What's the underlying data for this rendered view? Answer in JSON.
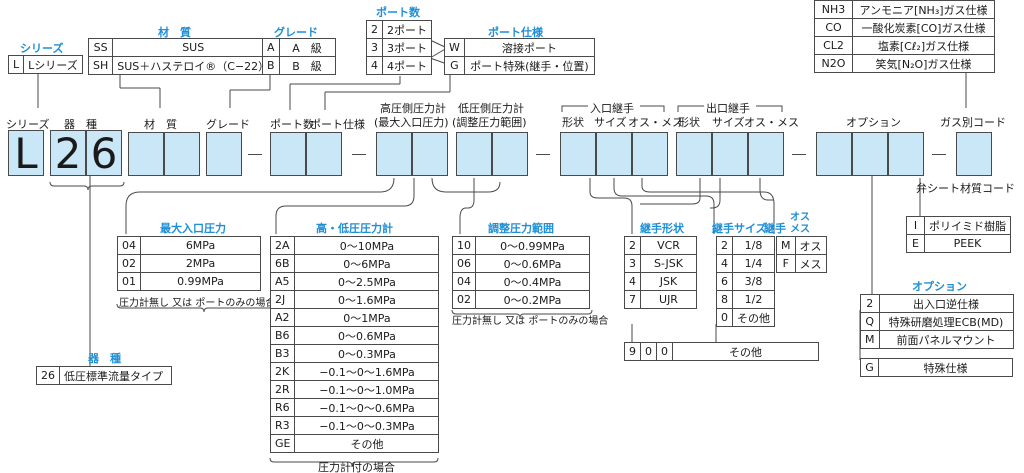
{
  "header_labels": {
    "series": "シリーズ",
    "model": "器　種",
    "material": "材　質",
    "grade": "グレード",
    "ports": "ポート数",
    "port_spec": "ポート仕様",
    "hp_gauge_line1": "高圧側圧力計",
    "hp_gauge_line2": "(最大入口圧力)",
    "lp_gauge_line1": "低圧側圧力計",
    "lp_gauge_line2": "(調整圧力範囲)",
    "inlet": "入口継手",
    "outlet": "出口継手",
    "shape": "形状",
    "size": "サイズ",
    "male_female": "オス・メス",
    "option": "オプション",
    "gas_code": "ガス別コード",
    "valve_seat": "弁シート材質コード"
  },
  "code_boxes": {
    "c1": "L",
    "c2": "2",
    "c3": "6"
  },
  "series_table": {
    "title": "シリーズ",
    "rows": [
      [
        "L",
        "Lシリーズ"
      ]
    ]
  },
  "material_table": {
    "title": "材　質",
    "rows": [
      [
        "SS",
        "SUS"
      ],
      [
        "SH",
        "SUS＋ハステロイ®（C−22）"
      ]
    ]
  },
  "grade_table": {
    "title": "グレード",
    "rows": [
      [
        "A",
        "A　級"
      ],
      [
        "B",
        "B　級"
      ]
    ]
  },
  "ports_table": {
    "title": "ポート数",
    "rows": [
      [
        "2",
        "2ポート"
      ],
      [
        "3",
        "3ポート"
      ],
      [
        "4",
        "4ポート"
      ]
    ]
  },
  "port_spec_table": {
    "title": "ポート仕様",
    "rows": [
      [
        "W",
        "溶接ポート"
      ],
      [
        "G",
        "ポート特殊(継手・位置)"
      ]
    ]
  },
  "gas_table": {
    "rows": [
      [
        "NH3",
        "アンモニア[NH₃]ガス仕様"
      ],
      [
        "CO",
        "一酸化炭素[CO]ガス仕様"
      ],
      [
        "CL2",
        "塩素[Cℓ₂]ガス仕様"
      ],
      [
        "N2O",
        "笑気[N₂O]ガス仕様"
      ]
    ]
  },
  "max_inlet_table": {
    "title": "最大入口圧力",
    "rows": [
      [
        "04",
        "6MPa"
      ],
      [
        "02",
        "2MPa"
      ],
      [
        "01",
        "0.99MPa"
      ]
    ],
    "note": "圧力計無し 又は ポートのみの場合"
  },
  "gauge_table": {
    "title": "高・低圧圧力計",
    "rows": [
      [
        "2A",
        "0〜10MPa"
      ],
      [
        "6B",
        "0〜6MPa"
      ],
      [
        "A5",
        "0〜2.5MPa"
      ],
      [
        "2J",
        "0〜1.6MPa"
      ],
      [
        "A2",
        "0〜1MPa"
      ],
      [
        "B6",
        "0〜0.6MPa"
      ],
      [
        "B3",
        "0〜0.3MPa"
      ],
      [
        "2K",
        "−0.1〜0〜1.6MPa"
      ],
      [
        "2R",
        "−0.1〜0〜1.0MPa"
      ],
      [
        "R6",
        "−0.1〜0〜0.6MPa"
      ],
      [
        "R3",
        "−0.1〜0〜0.3MPa"
      ],
      [
        "GE",
        "その他"
      ]
    ],
    "note": "圧力計付の場合"
  },
  "adjust_table": {
    "title": "調整圧力範囲",
    "rows": [
      [
        "10",
        "0〜0.99MPa"
      ],
      [
        "06",
        "0〜0.6MPa"
      ],
      [
        "04",
        "0〜0.4MPa"
      ],
      [
        "02",
        "0〜0.2MPa"
      ]
    ],
    "note": "圧力計無し 又は ポートのみの場合"
  },
  "fitting_shape_table": {
    "title": "継手形状",
    "rows": [
      [
        "2",
        "VCR"
      ],
      [
        "3",
        "S-JSK"
      ],
      [
        "4",
        "JSK"
      ],
      [
        "7",
        "UJR"
      ]
    ]
  },
  "fitting_size_table": {
    "title": "継手サイズ",
    "rows": [
      [
        "2",
        "1/8"
      ],
      [
        "4",
        "1/4"
      ],
      [
        "6",
        "3/8"
      ],
      [
        "8",
        "1/2"
      ],
      [
        "0",
        "その他"
      ]
    ]
  },
  "male_female_table": {
    "title_line1": "オス",
    "title_line2": "メス",
    "rows": [
      [
        "M",
        "オス"
      ],
      [
        "F",
        "メス"
      ]
    ]
  },
  "other_table": {
    "rows": [
      [
        "9",
        "0",
        "0",
        "その他"
      ]
    ]
  },
  "model_table": {
    "title": "器　種",
    "rows": [
      [
        "26",
        "低圧標準流量タイプ"
      ]
    ]
  },
  "valve_seat_table": {
    "rows": [
      [
        "I",
        "ポリイミド樹脂"
      ],
      [
        "E",
        "PEEK"
      ]
    ]
  },
  "option_table": {
    "title": "オプション",
    "rows": [
      [
        "2",
        "出入口逆仕様"
      ],
      [
        "Q",
        "特殊研磨処理ECB(MD)"
      ],
      [
        "M",
        "前面パネルマウント"
      ]
    ]
  },
  "special_table": {
    "rows": [
      [
        "G",
        "特殊仕様"
      ]
    ]
  }
}
